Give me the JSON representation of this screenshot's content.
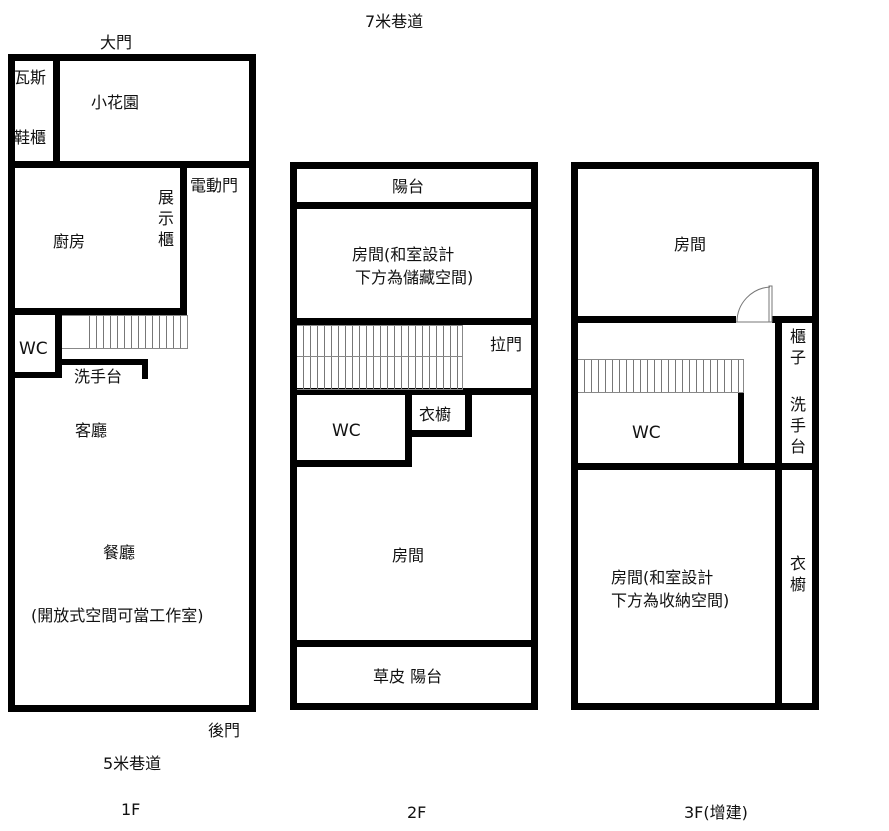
{
  "streets": {
    "top": "7米巷道",
    "bottom": "5米巷道"
  },
  "floor1": {
    "label": "1F",
    "front_door": "大門",
    "back_door": "後門",
    "gas": "瓦斯",
    "shoe_cabinet": "鞋櫃",
    "garden": "小花園",
    "electric_door": "電動門",
    "kitchen": "廚房",
    "display_cabinet": "展示櫃",
    "wc": "WC",
    "sink": "洗手台",
    "living": "客廳",
    "dining": "餐廳",
    "dining_note": "(開放式空間可當工作室)"
  },
  "floor2": {
    "label": "2F",
    "balcony": "陽台",
    "room1_line1": "房間(和室設計",
    "room1_line2": "下方為儲藏空間)",
    "sliding_door": "拉門",
    "wc": "WC",
    "wardrobe": "衣櫥",
    "room2": "房間",
    "lawn_balcony": "草皮 陽台"
  },
  "floor3": {
    "label": "3F(增建)",
    "room1": "房間",
    "cabinet": "櫃子",
    "sink": "洗手台",
    "wc": "WC",
    "room2_line1": "房間(和室設計",
    "room2_line2": "下方為收納空間)",
    "wardrobe": "衣櫥"
  }
}
